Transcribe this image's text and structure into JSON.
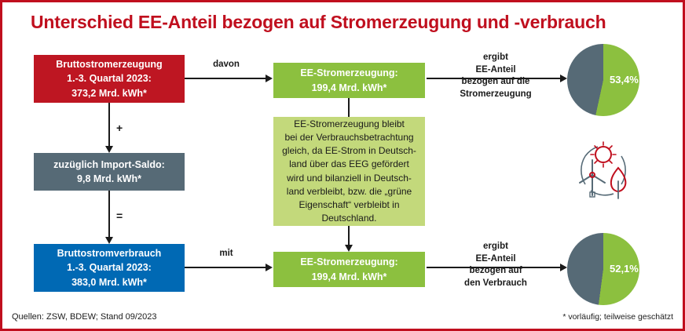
{
  "title": "Unterschied EE-Anteil bezogen auf Stromerzeugung und -verbrauch",
  "colors": {
    "frame": "#C00F1E",
    "title": "#C00F1E",
    "red_box": "#BE1622",
    "gray_box": "#566A76",
    "blue_box": "#0069B4",
    "green_box": "#8CC03F",
    "note_box": "#C3D97B",
    "pie_green": "#8CC03F",
    "pie_gray": "#566A76",
    "connector": "#1A1A1A"
  },
  "boxes": {
    "gross_generation": {
      "line1": "Bruttostromerzeugung",
      "line2": "1.-3. Quartal 2023:",
      "line3": "373,2 Mrd. kWh*"
    },
    "import_balance": {
      "line1": "zuzüglich Import-Saldo:",
      "line2": "9,8 Mrd. kWh*"
    },
    "gross_consumption": {
      "line1": "Bruttostromverbrauch",
      "line2": "1.-3. Quartal 2023:",
      "line3": "383,0 Mrd. kWh*"
    },
    "ee_generation_top": {
      "line1": "EE-Stromerzeugung:",
      "line2": "199,4 Mrd. kWh*"
    },
    "ee_generation_bottom": {
      "line1": "EE-Stromerzeugung:",
      "line2": "199,4 Mrd. kWh*"
    }
  },
  "note": {
    "lines": [
      "EE-Stromerzeugung bleibt",
      "bei der Verbrauchsbetrachtung",
      "gleich, da EE-Strom in Deutsch-",
      "land über das EEG gefördert",
      "wird und bilanziell in Deutsch-",
      "land verbleibt, bzw. die „grüne",
      "Eigenschaft“ verbleibt in",
      "Deutschland."
    ]
  },
  "operators": {
    "plus": "+",
    "equals": "="
  },
  "connector_labels": {
    "davon": "davon",
    "mit": "mit",
    "top_result": {
      "line1": "ergibt",
      "line2": "EE-Anteil",
      "line3": "bezogen auf die",
      "line4": "Stromerzeugung"
    },
    "bottom_result": {
      "line1": "ergibt",
      "line2": "EE-Anteil",
      "line3": "bezogen auf",
      "line4": "den Verbrauch"
    }
  },
  "chart_data": [
    {
      "type": "pie",
      "title": "EE-Anteil bezogen auf die Stromerzeugung",
      "categories": [
        "EE-Anteil",
        "Übrige"
      ],
      "values": [
        53.4,
        46.6
      ],
      "labels": [
        "53,4%",
        ""
      ],
      "colors": [
        "#8CC03F",
        "#566A76"
      ],
      "visible_label": "53,4%",
      "legend": "none"
    },
    {
      "type": "pie",
      "title": "EE-Anteil bezogen auf den Verbrauch",
      "categories": [
        "EE-Anteil",
        "Übrige"
      ],
      "values": [
        52.1,
        47.9
      ],
      "labels": [
        "52,1%",
        ""
      ],
      "colors": [
        "#8CC03F",
        "#566A76"
      ],
      "visible_label": "52,1%",
      "legend": "none"
    }
  ],
  "icons": {
    "renewables": "sun-wind-leaf-icon"
  },
  "footer": {
    "sources": "Quellen: ZSW, BDEW; Stand 09/2023",
    "note": "* vorläufig; teilweise geschätzt"
  }
}
